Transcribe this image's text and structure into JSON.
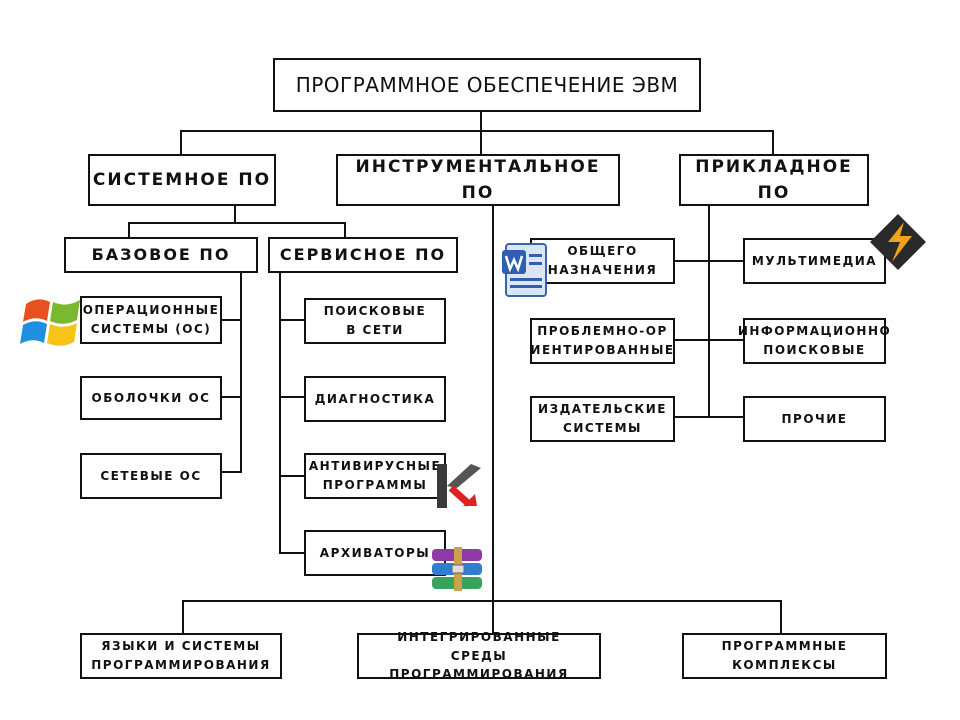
{
  "root": "ПРОГРАММНОЕ ОБЕСПЕЧЕНИЕ ЭВМ",
  "system": "СИСТЕМНОЕ ПО",
  "tools": "ИНСТРУМЕНТАЛЬНОЕ ПО",
  "applied": "ПРИКЛАДНОЕ ПО",
  "base": "БАЗОВОЕ ПО",
  "service": "СЕРВИСНОЕ ПО",
  "os": "ОПЕРАЦИОННЫЕ\nСИСТЕМЫ (ОС)",
  "shells": "ОБОЛОЧКИ ОС",
  "netos": "СЕТЕВЫЕ ОС",
  "search": "ПОИСКОВЫЕ\nВ СЕТИ",
  "diag": "ДИАГНОСТИКА",
  "antivirus": "АНТИВИРУСНЫЕ\nПРОГРАММЫ",
  "archivers": "АРХИВАТОРЫ",
  "general": "ОБЩЕГО\nНАЗНАЧЕНИЯ",
  "problem": "ПРОБЛЕМНО-ОР\nИЕНТИРОВАННЫЕ",
  "publishing": "ИЗДАТЕЛЬСКИЕ\nСИСТЕМЫ",
  "multimedia": "МУЛЬТИМЕДИА",
  "infosearch": "ИНФОРМАЦИОННО\nПОИСКОВЫЕ",
  "other": "ПРОЧИЕ",
  "languages": "ЯЗЫКИ И СИСТЕМЫ\nПРОГРАММИРОВАНИЯ",
  "ide": "ИНТЕГРИРОВАННЫЕ\nСРЕДЫ ПРОГРАММИРОВАНИЯ",
  "suites": "ПРОГРАММНЫЕ\nКОМПЛЕКСЫ",
  "icons": [
    "windows-logo-icon",
    "word-document-icon",
    "kaspersky-logo-icon",
    "winrar-archive-icon",
    "winamp-logo-icon"
  ]
}
